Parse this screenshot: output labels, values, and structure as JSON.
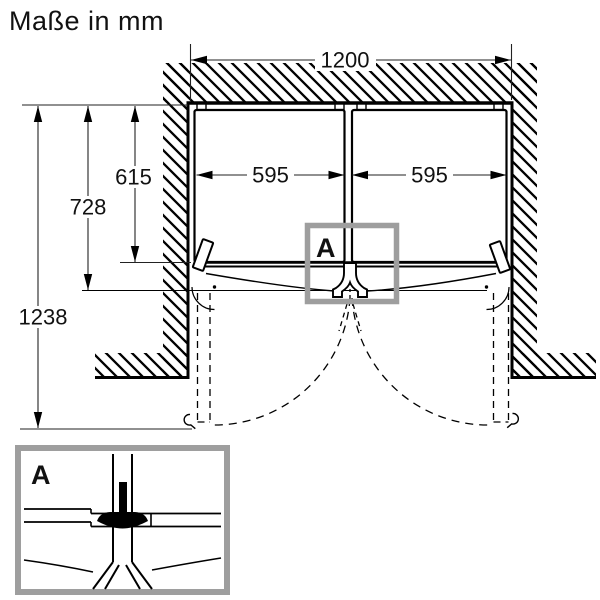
{
  "title": "Maße in mm",
  "drawing": {
    "dimensions": {
      "niche_width": "1200",
      "left_appliance_width": "595",
      "right_appliance_width": "595",
      "depth_body": "615",
      "depth_with_door": "728",
      "depth_door_open": "1238"
    },
    "detail_marker": "A",
    "detail_view_label": "A"
  },
  "colors": {
    "line": "#000000",
    "dimension_text": "#111111",
    "detail_frame_gray": "#9e9e9e",
    "background": "#ffffff"
  }
}
